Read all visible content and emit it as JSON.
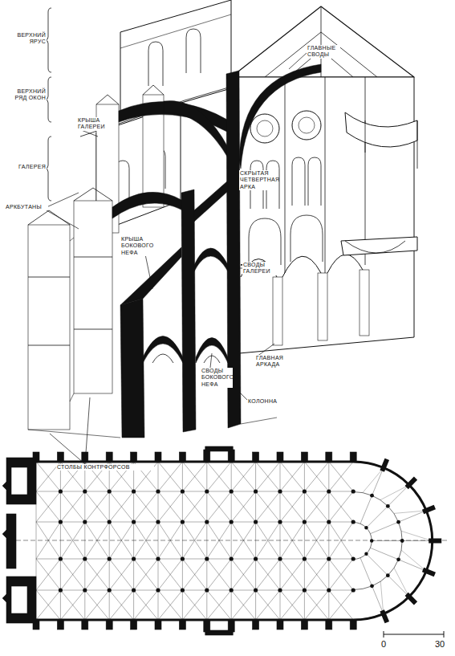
{
  "diagram": {
    "labels": [
      "ВЕРХНИЙ ЯРУС",
      "ВЕРХНИЙ РЯД ОКОН",
      "КРЫША ГАЛЕРЕИ",
      "ГАЛЕРЕЯ",
      "АРКБУТАНЫ",
      "КРЫША БОКОВОГО НЕФА",
      "СВОДЫ БОКОВОГО НЕФА",
      "КОЛОННА",
      "СТОЛБЫ КОНТРФОРСОВ",
      "ГЛАВНЫЕ СВОДЫ",
      "СКРЫТАЯ ЧЕТВЕРТНАЯ АРКА",
      "СВОДЫ ГАЛЕРЕИ",
      "ГЛАВНАЯ АРКАДА",
      "0",
      "30"
    ]
  }
}
